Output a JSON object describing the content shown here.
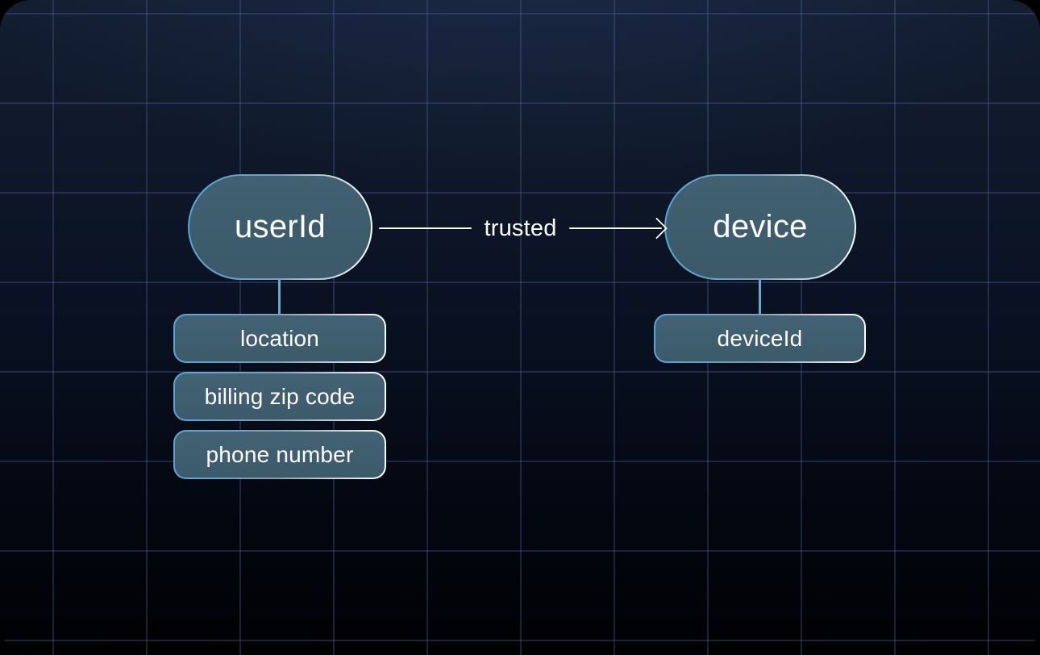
{
  "diagram": {
    "nodes": [
      {
        "id": "userId",
        "label": "userId",
        "attributes": [
          "location",
          "billing zip code",
          "phone number"
        ]
      },
      {
        "id": "device",
        "label": "device",
        "attributes": [
          "deviceId"
        ]
      }
    ],
    "edges": [
      {
        "from": "userId",
        "to": "device",
        "label": "trusted"
      }
    ]
  },
  "colors": {
    "accent_blue": "#4fa9dd",
    "border_gradient_end": "#ffffff",
    "node_fill": "#3f5d6e",
    "text": "#ffffff",
    "connector_blue": "#58acdf",
    "grid_line": "#27324c",
    "background_top": "#131d31",
    "background_bottom": "#010103"
  }
}
